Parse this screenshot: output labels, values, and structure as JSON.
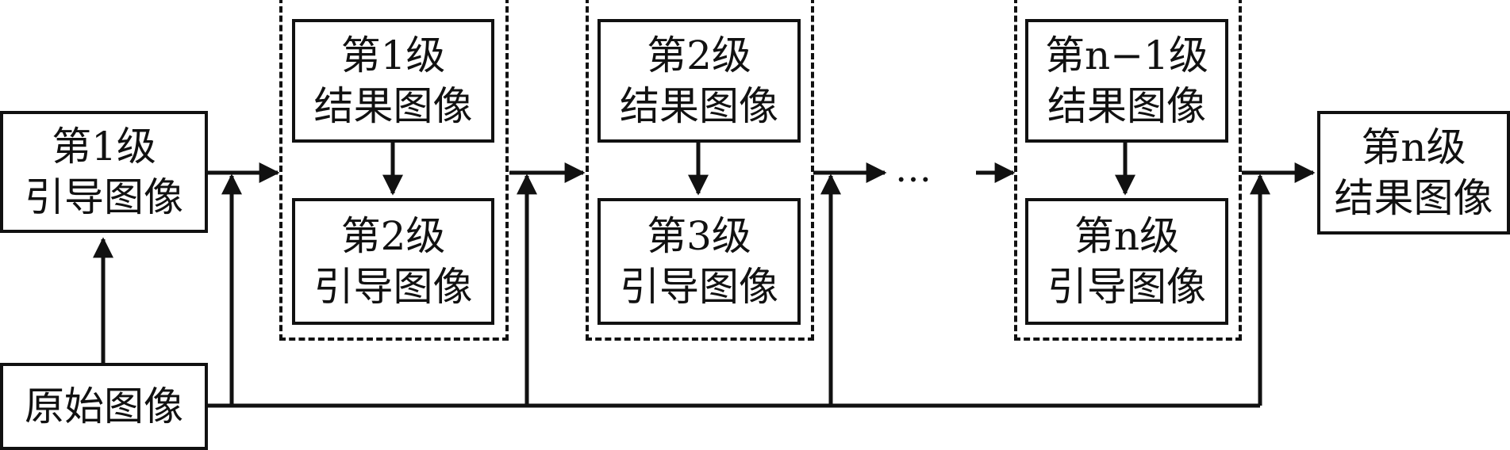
{
  "nodes": {
    "guide1": {
      "line1": "第1级",
      "line2": "引导图像"
    },
    "original": {
      "line1": "原始图像"
    },
    "result1": {
      "line1": "第1级",
      "line2": "结果图像"
    },
    "guide2": {
      "line1": "第2级",
      "line2": "引导图像"
    },
    "result2": {
      "line1": "第2级",
      "line2": "结果图像"
    },
    "guide3": {
      "line1": "第3级",
      "line2": "引导图像"
    },
    "result_nm1": {
      "line1": "第n−1级",
      "line2": "结果图像"
    },
    "guide_n": {
      "line1": "第n级",
      "line2": "引导图像"
    },
    "result_n": {
      "line1": "第n级",
      "line2": "结果图像"
    }
  },
  "ellipsis": "…"
}
